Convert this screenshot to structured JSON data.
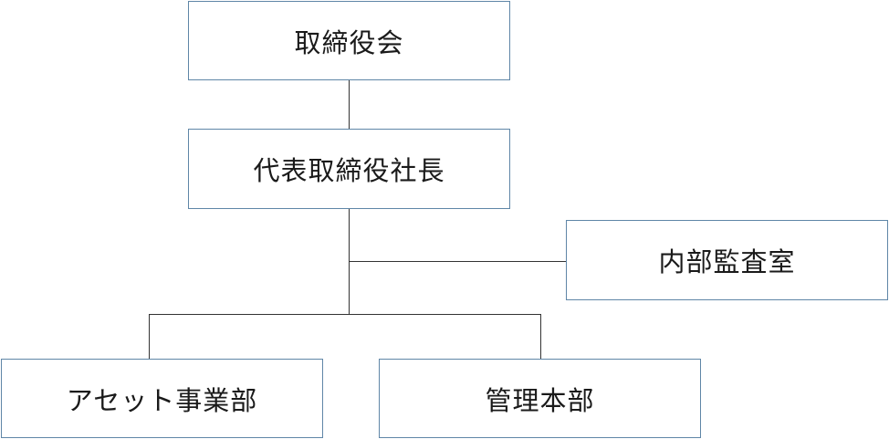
{
  "org_chart": {
    "nodes": [
      {
        "id": "board",
        "label": "取締役会"
      },
      {
        "id": "president",
        "label": "代表取締役社長"
      },
      {
        "id": "audit",
        "label": "内部監査室"
      },
      {
        "id": "asset",
        "label": "アセット事業部"
      },
      {
        "id": "admin",
        "label": "管理本部"
      }
    ],
    "edges": [
      {
        "from": "board",
        "to": "president"
      },
      {
        "from": "president",
        "to": "audit"
      },
      {
        "from": "president",
        "to": "asset"
      },
      {
        "from": "president",
        "to": "admin"
      }
    ],
    "colors": {
      "box_border": "#5f86a7",
      "connector": "#333333",
      "text": "#1a1a1a"
    }
  }
}
